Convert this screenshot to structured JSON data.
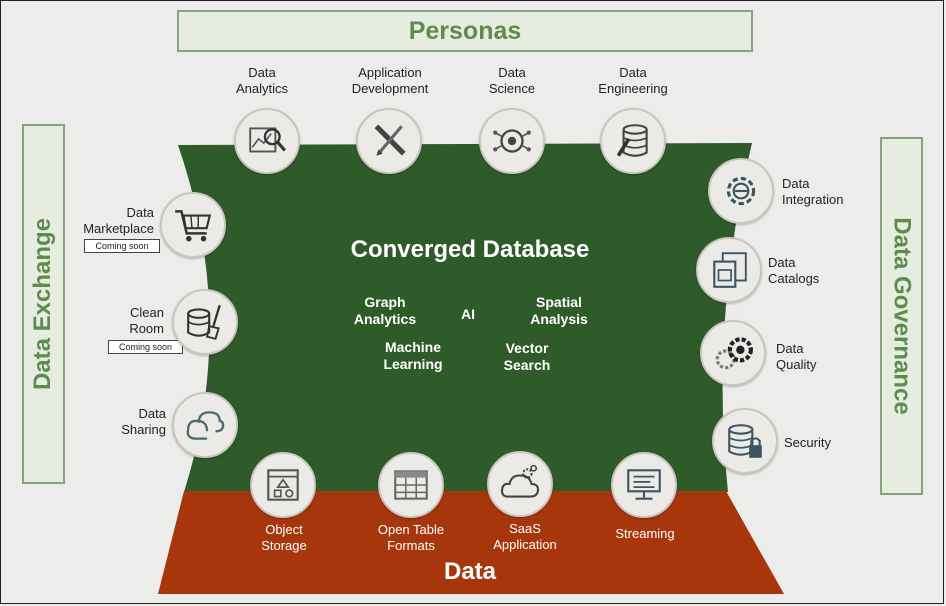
{
  "personas_title": "Personas",
  "data_exchange_title": "Data Exchange",
  "data_governance_title": "Data Governance",
  "center_title": "Converged Database",
  "data_title": "Data",
  "features": {
    "graph_analytics": "Graph\nAnalytics",
    "ai": "AI",
    "spatial_analysis": "Spatial\nAnalysis",
    "machine_learning": "Machine\nLearning",
    "vector_search": "Vector\nSearch"
  },
  "personas": [
    {
      "label": "Data\nAnalytics",
      "icon": "chart-magnifier-icon"
    },
    {
      "label": "Application\nDevelopment",
      "icon": "ruler-pencil-icon"
    },
    {
      "label": "Data\nScience",
      "icon": "brain-circuit-icon"
    },
    {
      "label": "Data\nEngineering",
      "icon": "database-wrench-icon"
    }
  ],
  "exchange": [
    {
      "label": "Data\nMarketplace",
      "badge": "Coming soon",
      "icon": "shopping-cart-icon"
    },
    {
      "label": "Clean\nRoom",
      "badge": "Coming soon",
      "icon": "database-broom-icon"
    },
    {
      "label": "Data\nSharing",
      "icon": "cloud-share-icon"
    }
  ],
  "governance": [
    {
      "label": "Data\nIntegration",
      "icon": "gear-integration-icon"
    },
    {
      "label": "Data\nCatalogs",
      "icon": "catalog-icon"
    },
    {
      "label": "Data\nQuality",
      "icon": "gears-icon"
    },
    {
      "label": "Security",
      "icon": "database-lock-icon"
    }
  ],
  "sources": [
    {
      "label": "Object\nStorage",
      "icon": "object-storage-icon"
    },
    {
      "label": "Open Table\nFormats",
      "icon": "table-icon"
    },
    {
      "label": "SaaS\nApplication",
      "icon": "saas-cloud-icon"
    },
    {
      "label": "Streaming",
      "icon": "streaming-icon"
    }
  ],
  "colors": {
    "converged_green": "#2f5b2a",
    "data_red": "#a8360c",
    "banner_green": "#5e8c4e",
    "banner_bg": "#e6ecdf"
  }
}
